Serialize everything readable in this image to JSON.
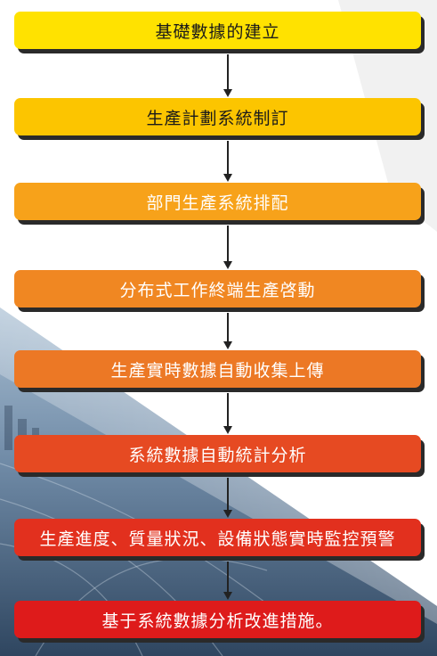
{
  "steps": [
    {
      "label": "基礎數據的建立",
      "color": "#FFE200",
      "text_color": "#1a1a1a"
    },
    {
      "label": "生產計劃系統制訂",
      "color": "#FCC500",
      "text_color": "#1a1a1a"
    },
    {
      "label": "部門生產系統排配",
      "color": "#F7A21A",
      "text_color": "#ffffff"
    },
    {
      "label": "分布式工作終端生產啓動",
      "color": "#F08722",
      "text_color": "#ffffff"
    },
    {
      "label": "生產實時數據自動收集上傳",
      "color": "#EC7825",
      "text_color": "#ffffff"
    },
    {
      "label": "系統數據自動統計分析",
      "color": "#E64A22",
      "text_color": "#ffffff"
    },
    {
      "label": "生產進度、質量狀況、設備狀態實時監控預警",
      "color": "#E2301E",
      "text_color": "#ffffff"
    },
    {
      "label": "基于系統數據分析改進措施。",
      "color": "#DE1B1B",
      "text_color": "#ffffff"
    }
  ],
  "connector_color": "#222222"
}
